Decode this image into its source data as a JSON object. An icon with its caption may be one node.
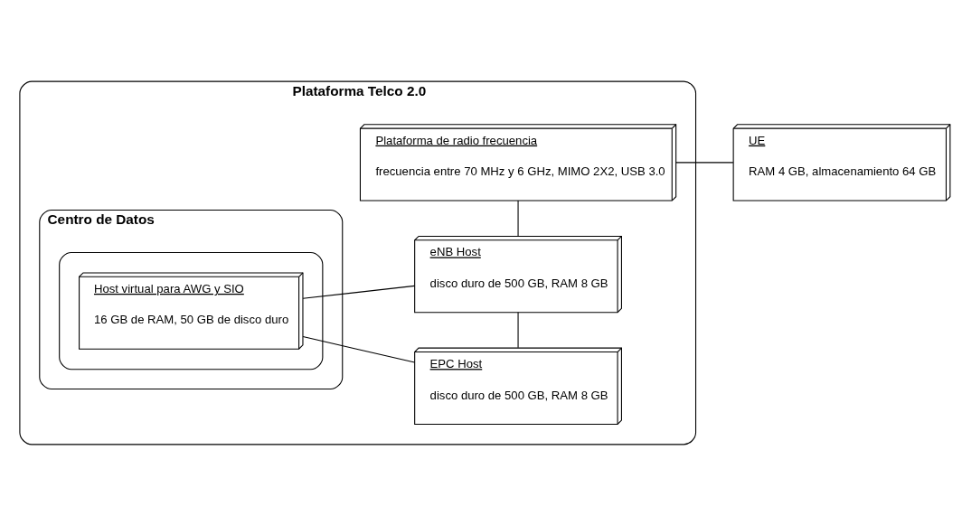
{
  "diagram": {
    "nodes": [
      {
        "text": [
          "Plataforma Telco 2.0"
        ]
      },
      {
        "text": [
          "Centro de Datos"
        ],
        "in": 0
      },
      {
        "text": [],
        "shape": "box",
        "in": 1
      },
      {
        "text": [
          "Host virtual para AWG y SIO",
          "16 GB de RAM, 50 GB de disco duro"
        ],
        "in": 2
      },
      {
        "text": [
          "EPC Host",
          "disco duro de 500 GB, RAM 8 GB"
        ],
        "in": 0
      },
      {
        "text": [
          "eNB Host",
          "disco duro de 500 GB, RAM 8 GB"
        ],
        "in": 0
      },
      {
        "text": [
          "Plataforma de radio frecuencia",
          "frecuencia entre 70 MHz y 6 GHz, MIMO 2X2, USB 3.0"
        ],
        "in": 0
      },
      {
        "text": [
          "UE",
          "RAM 4 GB, almacenamiento 64 GB"
        ]
      }
    ],
    "edges": [
      {
        "from": 3,
        "to": 4,
        "arrow": "none"
      },
      {
        "from": 3,
        "to": 5,
        "arrow": "none"
      },
      {
        "from": 4,
        "to": 5,
        "arrow": "none"
      },
      {
        "from": 5,
        "to": 6,
        "arrow": "none"
      },
      {
        "from": 6,
        "to": 7,
        "arrow": "none"
      }
    ]
  }
}
